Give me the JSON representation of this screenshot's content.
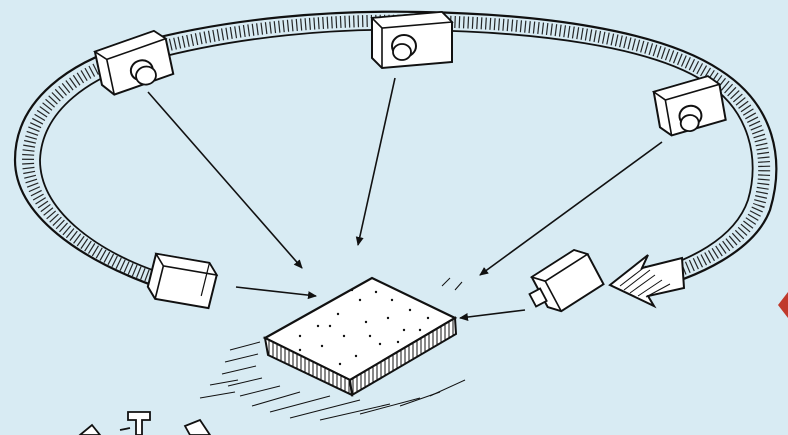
{
  "scene": {
    "background_color": "#d8ebf3",
    "ink_color": "#111111",
    "paper_color": "#ffffff",
    "accent_color": "#c0392b"
  },
  "diagram": {
    "subject": "block-object",
    "track": "circular-camera-path",
    "cameras": [
      {
        "id": "camera-left-top"
      },
      {
        "id": "camera-top"
      },
      {
        "id": "camera-right-top"
      },
      {
        "id": "camera-left-low"
      },
      {
        "id": "camera-right-low"
      }
    ],
    "icons": [
      "camera-icon",
      "block-icon",
      "arrow-icon"
    ]
  }
}
